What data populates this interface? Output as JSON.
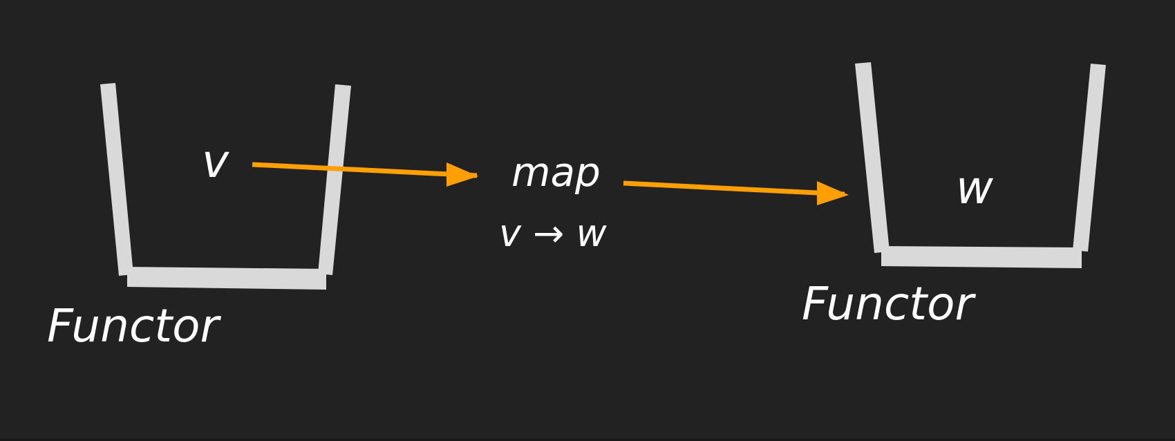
{
  "labels": {
    "left_value": "v",
    "left_functor": "Functor",
    "map_title": "map",
    "map_signature": "v → w",
    "right_value": "w",
    "right_functor": "Functor"
  },
  "colors": {
    "background": "#222222",
    "container": "#d9d9d9",
    "arrow": "#ffa000",
    "text": "#ffffff"
  }
}
